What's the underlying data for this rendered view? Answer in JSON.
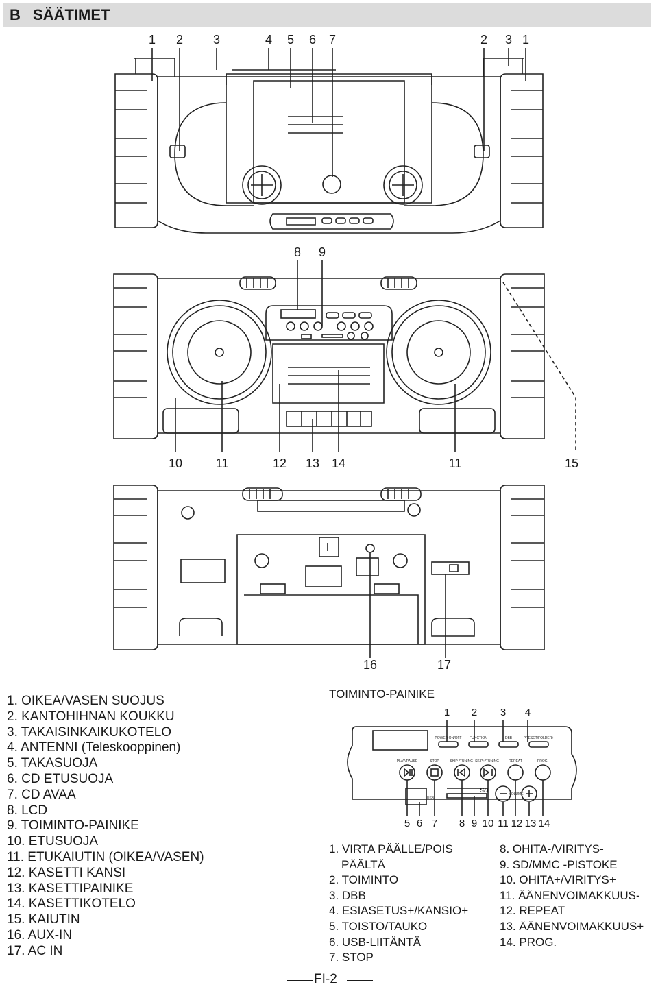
{
  "header": {
    "letter": "B",
    "title": "SÄÄTIMET"
  },
  "callouts": {
    "top": [
      "1",
      "2",
      "3",
      "4",
      "5",
      "6",
      "7",
      "2",
      "3",
      "1"
    ],
    "front_top": [
      "8",
      "9"
    ],
    "front_bottom": [
      "10",
      "11",
      "12",
      "13",
      "14",
      "11",
      "15"
    ],
    "back": [
      "16",
      "17"
    ]
  },
  "legend": [
    "1. OIKEA/VASEN SUOJUS",
    "2. KANTOHIHNAN KOUKKU",
    "3. TAKAISINKAIKUKOTELO",
    "4. ANTENNI (Teleskooppinen)",
    "5. TAKASUOJA",
    "6. CD ETUSUOJA",
    "7. CD AVAA",
    "8. LCD",
    "9. TOIMINTO-PAINIKE",
    "10. ETUSUOJA",
    "11. ETUKAIUTIN (OIKEA/VASEN)",
    "12. KASETTI KANSI",
    "13. KASETTIPAINIKE",
    "14. KASETTIKOTELO",
    "15. KAIUTIN",
    "16. AUX-IN",
    "17. AC IN"
  ],
  "panel": {
    "title": "TOIMINTO-PAINIKE",
    "top_numbers": [
      "1",
      "2",
      "3",
      "4"
    ],
    "top_labels": [
      "POWER ON/OFF",
      "FUNCTION",
      "DBB",
      "PRESET/FOLDER+"
    ],
    "button_labels": [
      "PLAY/PAUSE",
      "STOP",
      "SKIP-/TUNING-",
      "SKIP+/TUNING+",
      "REPEAT",
      "PROG."
    ],
    "volume_label": "VOLUME",
    "usb_label": "USB",
    "sd_label": "SD",
    "bottom_numbers": [
      "5",
      "6",
      "7",
      "8",
      "9",
      "10",
      "11",
      "12",
      "13",
      "14"
    ]
  },
  "functions_left": [
    "1. VIRTA PÄÄLLE/POIS",
    "PÄÄLTÄ",
    "2. TOIMINTO",
    "3. DBB",
    "4. ESIASETUS+/KANSIO+",
    "5. TOISTO/TAUKO",
    "6. USB-LIITÄNTÄ",
    "7. STOP"
  ],
  "functions_right": [
    "8. OHITA-/VIRITYS-",
    "9. SD/MMC -PISTOKE",
    "10. OHITA+/VIRITYS+",
    "11. ÄÄNENVOIMAKKUUS-",
    "12. REPEAT",
    "13. ÄÄNENVOIMAKKUUS+",
    "14. PROG."
  ],
  "footer": {
    "page": "FI-2"
  }
}
